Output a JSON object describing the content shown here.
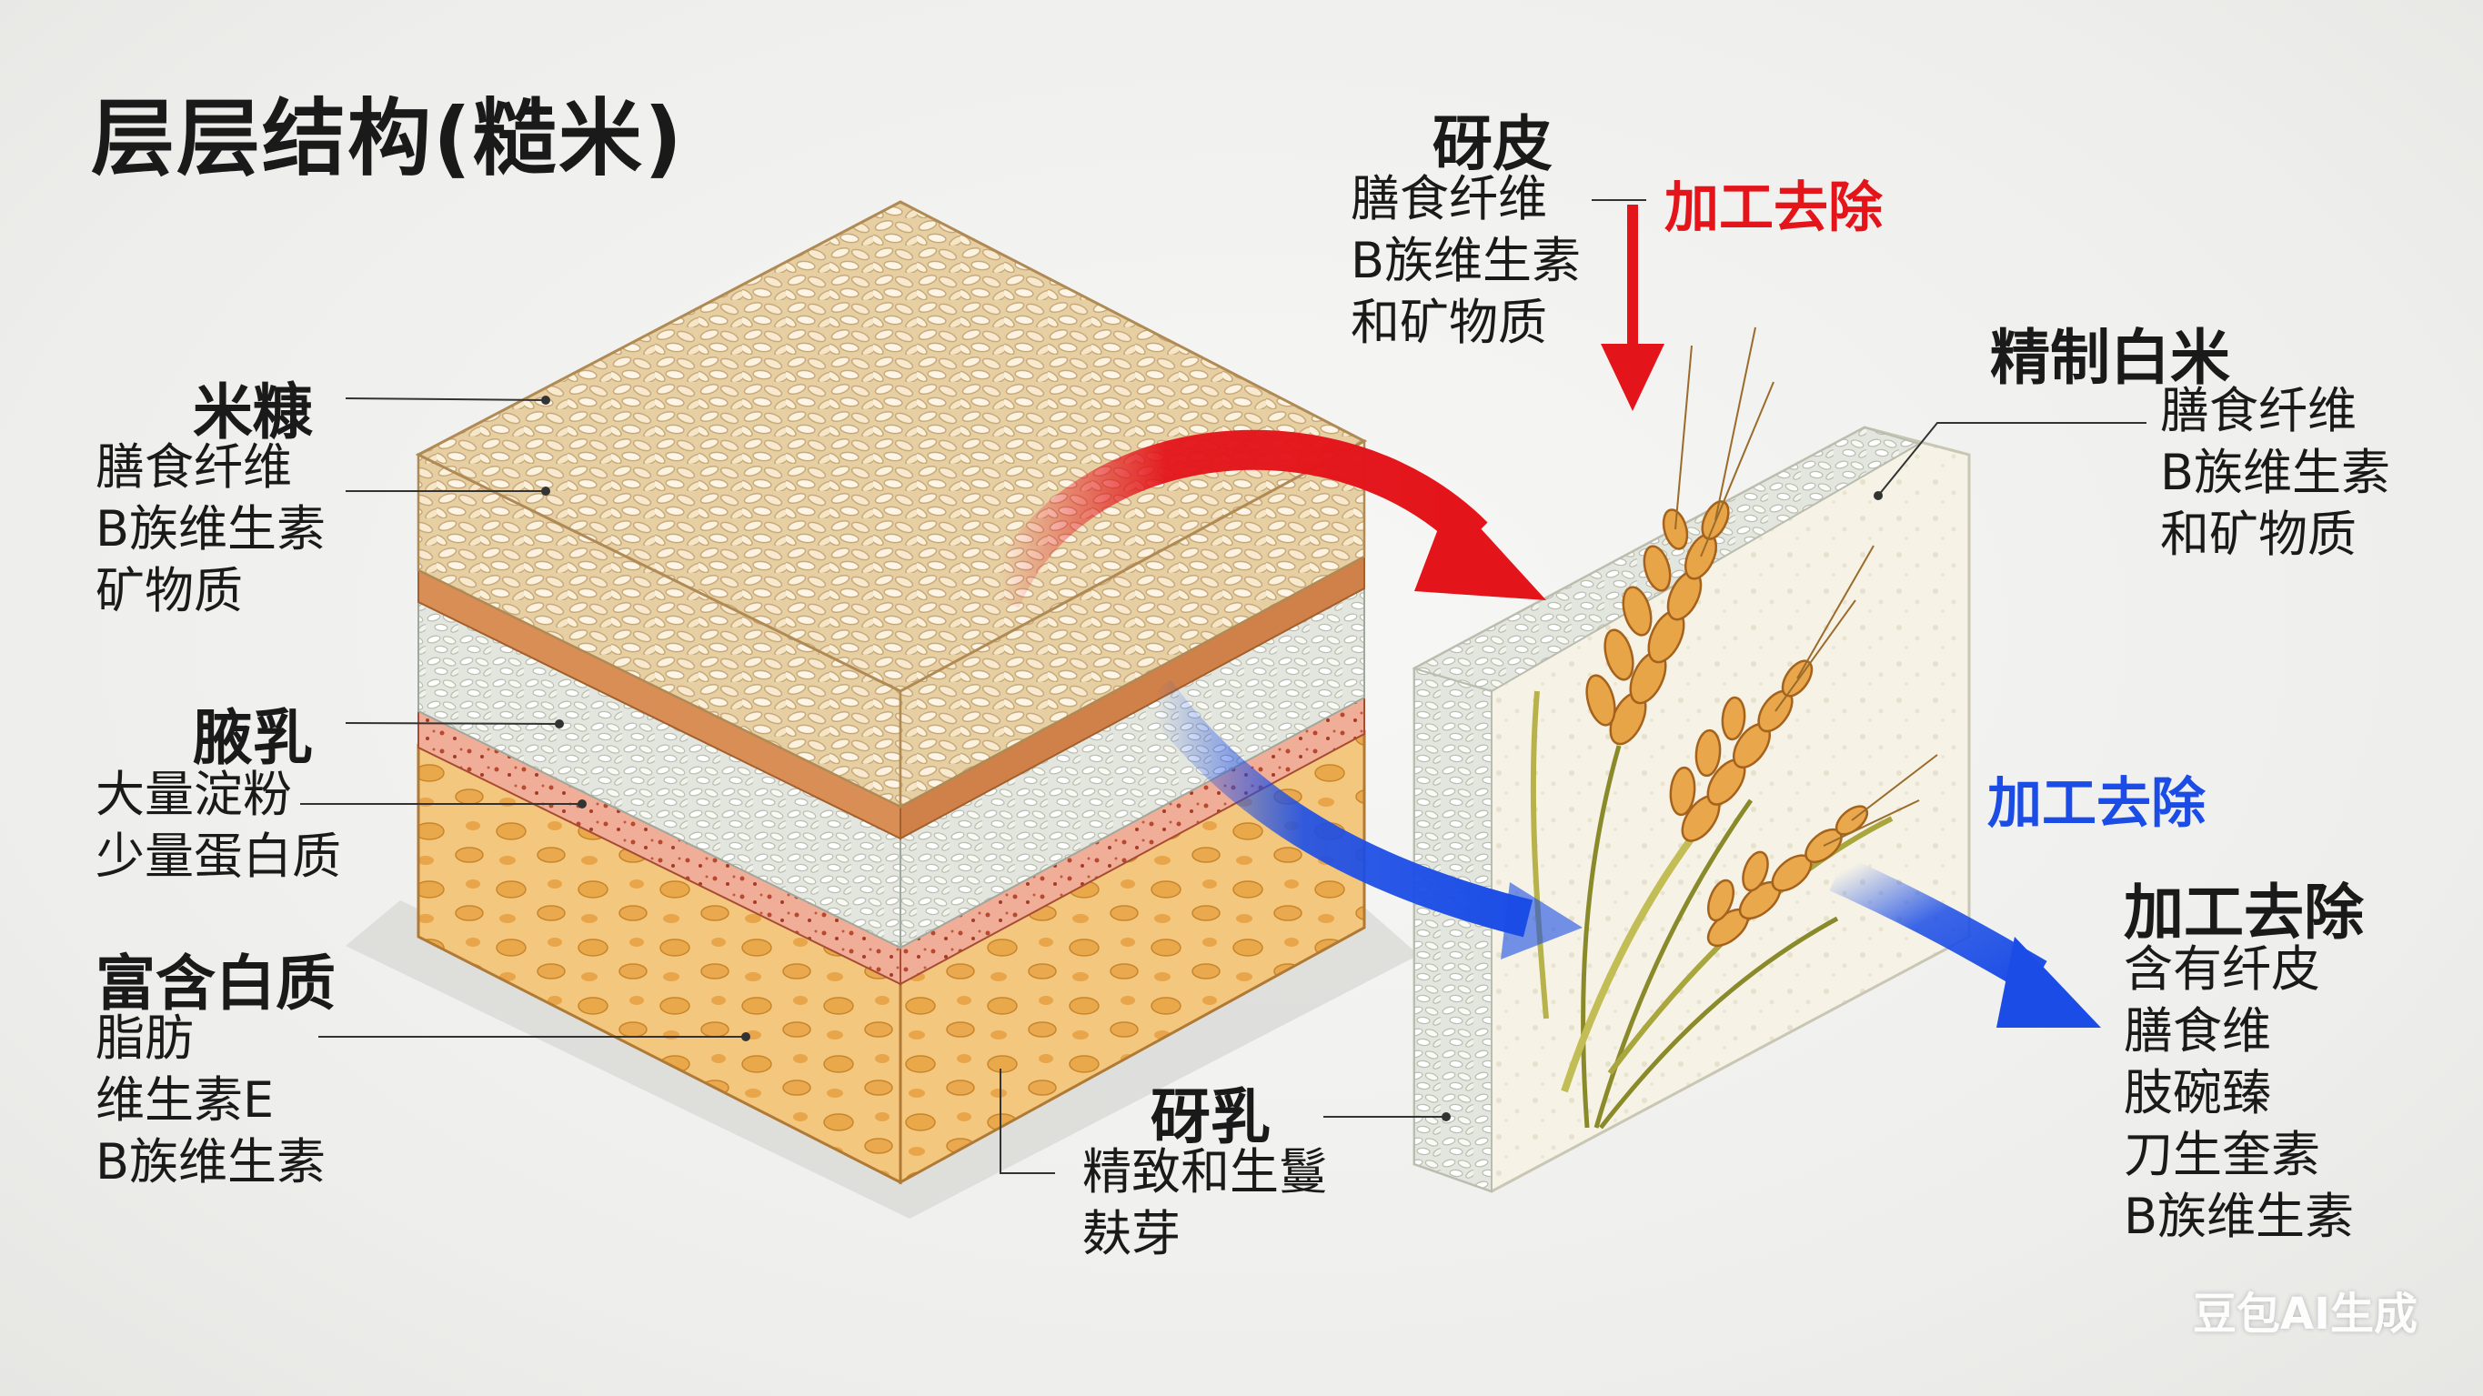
{
  "title": "层层结构(糙米)",
  "left": {
    "bran": {
      "head": "米糠",
      "lines": [
        "膳食纤维",
        "B族维生素",
        "矿物质"
      ]
    },
    "endo": {
      "head": "腋乳",
      "lines": [
        "大量淀粉",
        "少量蛋白质"
      ]
    },
    "germ": {
      "head": "富含白质",
      "lines": [
        "脂肪",
        "维生素E",
        "B族维生素"
      ]
    }
  },
  "top": {
    "head": "砑皮",
    "lines": [
      "膳食纤维",
      "B族维生素",
      "和矿物质"
    ],
    "remove": "加工去除"
  },
  "bottom": {
    "head": "砑乳",
    "lines": [
      "精致和生鬘",
      "麸芽"
    ]
  },
  "right": {
    "white": {
      "head": "精制白米",
      "lines": [
        "膳食纤维",
        "B族维生素",
        "和矿物质"
      ]
    },
    "blue_remove": "加工去除",
    "removed": {
      "head": "加工去除",
      "lines": [
        "含有纤皮",
        "膳食维",
        "肢碗臻",
        "刀生奎素",
        "B族维生素"
      ]
    }
  },
  "watermark": "豆包AI生成",
  "colors": {
    "red_arrow": "#e3141a",
    "blue_arrow": "#1b4de6"
  }
}
